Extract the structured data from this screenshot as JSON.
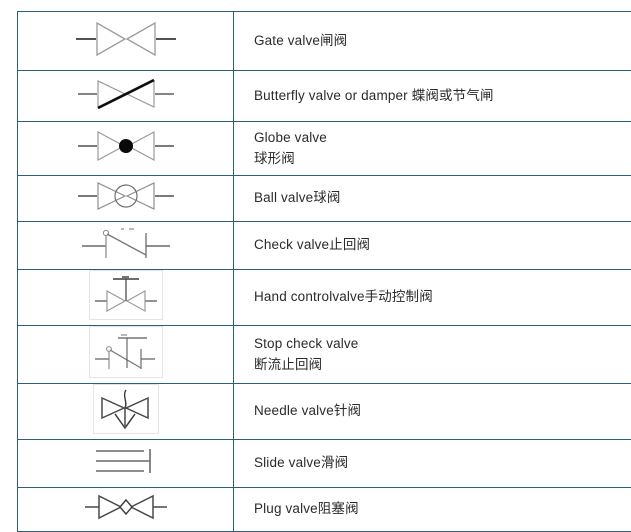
{
  "table": {
    "border_color": "#2a5f80",
    "symbol_color": "#8a8a8a",
    "symbol_dark_color": "#5a5a5a",
    "accent_black": "#111111",
    "text_color": "#2b2b2b",
    "rows": [
      {
        "symbol_name": "gate-valve-symbol",
        "boxed": false,
        "line1": "Gate valve闸阀",
        "line2": ""
      },
      {
        "symbol_name": "butterfly-valve-symbol",
        "boxed": false,
        "line1": "Butterfly valve or damper 蝶阀或节气闸",
        "line2": ""
      },
      {
        "symbol_name": "globe-valve-symbol",
        "boxed": false,
        "line1": "Globe valve",
        "line2": "球形阀"
      },
      {
        "symbol_name": "ball-valve-symbol",
        "boxed": false,
        "line1": "Ball valve球阀",
        "line2": ""
      },
      {
        "symbol_name": "check-valve-symbol",
        "boxed": false,
        "line1": "Check valve止回阀",
        "line2": ""
      },
      {
        "symbol_name": "hand-control-valve-symbol",
        "boxed": true,
        "line1": "Hand controlvalve手动控制阀",
        "line2": ""
      },
      {
        "symbol_name": "stop-check-valve-symbol",
        "boxed": true,
        "line1": "Stop check valve",
        "line2": "断流止回阀"
      },
      {
        "symbol_name": "needle-valve-symbol",
        "boxed": true,
        "line1": "Needle valve针阀",
        "line2": ""
      },
      {
        "symbol_name": "slide-valve-symbol",
        "boxed": false,
        "line1": "Slide valve滑阀",
        "line2": ""
      },
      {
        "symbol_name": "plug-valve-symbol",
        "boxed": false,
        "line1": "Plug valve阻塞阀",
        "line2": ""
      }
    ]
  }
}
